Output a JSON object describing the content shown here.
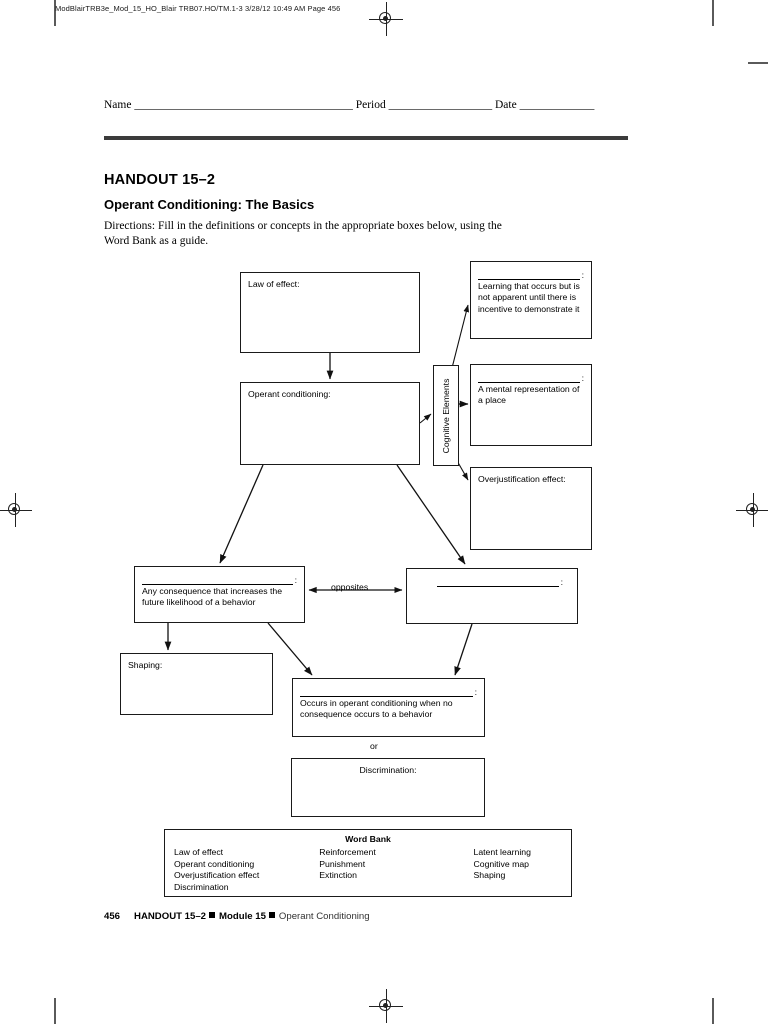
{
  "slug": "ModBlairTRB3e_Mod_15_HO_Blair TRB07.HO/TM.1-3  3/28/12  10:49 AM  Page 456",
  "nameline": "Name ______________________________________ Period __________________ Date _____________",
  "heading": {
    "handout": "HANDOUT 15–2",
    "subtitle": "Operant Conditioning: The Basics",
    "directions": "Directions: Fill in the definitions or concepts in the appropriate boxes below, using the Word Bank as a guide."
  },
  "diagram": {
    "nodes": {
      "law_of_effect": {
        "label": "Law of effect:",
        "body": ""
      },
      "operant_conditioning": {
        "label": "Operant conditioning:",
        "body": ""
      },
      "cognitive_elements": {
        "label": "Cognitive Elements"
      },
      "latent_learning": {
        "label": "",
        "colon": ":",
        "body": "Learning that occurs but is not apparent until there is incentive to demonstrate it"
      },
      "cognitive_map": {
        "label": "",
        "colon": ":",
        "body": "A mental representation of a place"
      },
      "overjustification": {
        "label": "Overjustification effect:",
        "body": ""
      },
      "reinforcement": {
        "label": "",
        "colon": ":",
        "body": "Any consequence that increases the future likelihood of a behavior"
      },
      "punishment": {
        "label": "",
        "colon": ":",
        "body": ""
      },
      "shaping": {
        "label": "Shaping:",
        "body": ""
      },
      "extinction": {
        "label": "",
        "colon": ":",
        "body": "Occurs in operant conditioning when no consequence occurs to a behavior"
      },
      "discrimination": {
        "label": "Discrimination:",
        "body": ""
      }
    },
    "edge_labels": {
      "opposites": "opposites",
      "or": "or"
    }
  },
  "word_bank": {
    "title": "Word Bank",
    "columns": [
      [
        "Law of effect",
        "Operant conditioning",
        "Overjustification effect",
        "Discrimination"
      ],
      [
        "Reinforcement",
        "Punishment",
        "Extinction"
      ],
      [
        "Latent learning",
        "Cognitive map",
        "Shaping"
      ]
    ]
  },
  "footer": {
    "page": "456",
    "handout": "HANDOUT 15–2",
    "module": "Module 15",
    "topic": "Operant Conditioning"
  }
}
